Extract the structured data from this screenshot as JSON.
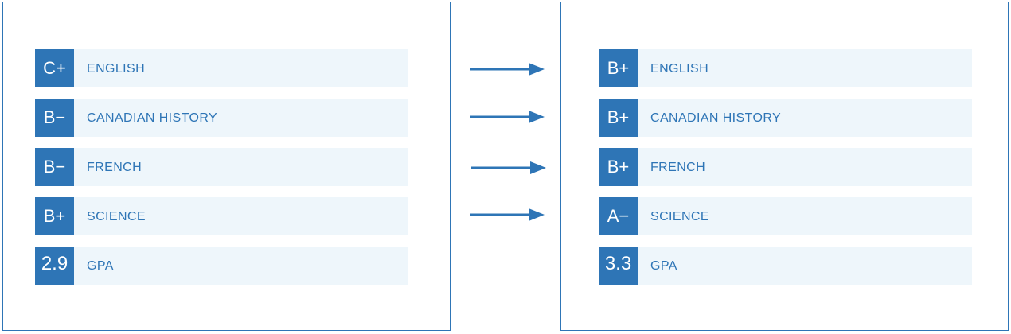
{
  "before": {
    "rows": [
      {
        "grade": "C+",
        "subject": "ENGLISH"
      },
      {
        "grade": "B−",
        "subject": "CANADIAN HISTORY"
      },
      {
        "grade": "B−",
        "subject": "FRENCH"
      },
      {
        "grade": "B+",
        "subject": "SCIENCE"
      },
      {
        "grade": "2.9",
        "subject": "GPA"
      }
    ]
  },
  "after": {
    "rows": [
      {
        "grade": "B+",
        "subject": "ENGLISH"
      },
      {
        "grade": "B+",
        "subject": "CANADIAN HISTORY"
      },
      {
        "grade": "B+",
        "subject": "FRENCH"
      },
      {
        "grade": "A−",
        "subject": "SCIENCE"
      },
      {
        "grade": "3.3",
        "subject": "GPA"
      }
    ]
  },
  "colors": {
    "accent": "#2e75b6",
    "row_background": "#eef6fb",
    "border": "#2e75b6"
  },
  "icons": {
    "connector": "right-arrow-icon"
  }
}
